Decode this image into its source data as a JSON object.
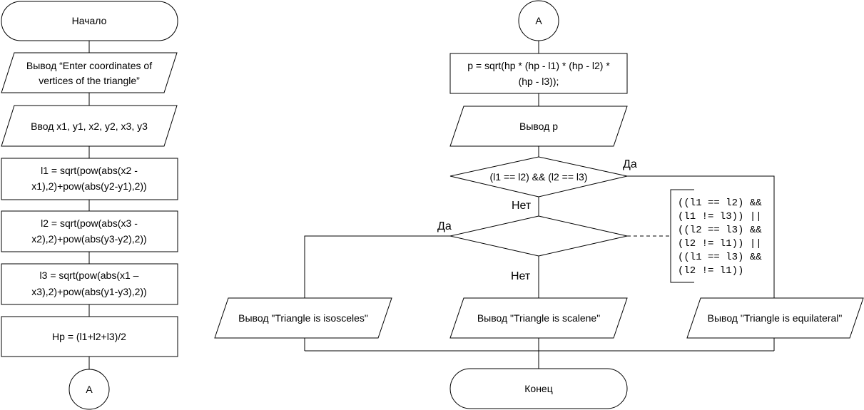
{
  "left_column": {
    "start": "Начало",
    "output_prompt": [
      "Вывод “Enter coordinates of",
      "vertices of the triangle”"
    ],
    "input_coords": "Ввод x1, y1, x2, y2, x3, y3",
    "calc_l1": [
      "l1 = sqrt(pow(abs(x2 -",
      "x1),2)+pow(abs(y2-y1),2))"
    ],
    "calc_l2": [
      "l2 = sqrt(pow(abs(x3 -",
      "x2),2)+pow(abs(y3-y2),2))"
    ],
    "calc_l3": [
      "l3 = sqrt(pow(abs(x1 –",
      "x3),2)+pow(abs(y1-y3),2))"
    ],
    "calc_hp": "Hp = (l1+l2+l3)/2",
    "connector_bottom": "A"
  },
  "right_column": {
    "connector_top": "A",
    "calc_area": [
      "p = sqrt(hp * (hp - l1) * (hp - l2) *",
      "(hp - l3));"
    ],
    "output_area": "Вывод p",
    "decision_equilateral": "(l1 == l2) && (l2 == l3)",
    "decision_isosceles": "",
    "yes_label_1": "Да",
    "no_label_1": "Нет",
    "yes_label_2": "Да",
    "no_label_2": "Нет",
    "annotation": [
      "((l1 == l2) &&",
      "(l1 != l3)) ||",
      "((l2 == l3) &&",
      "(l2 != l1)) ||",
      "((l1 == l3) &&",
      "(l2 != l1))"
    ],
    "output_isosceles": "Вывод \"Triangle is isosceles\"",
    "output_scalene": "Вывод  \"Triangle is scalene\"",
    "output_equilateral": "Вывод \"Triangle is equilateral\"",
    "end": "Конец"
  }
}
